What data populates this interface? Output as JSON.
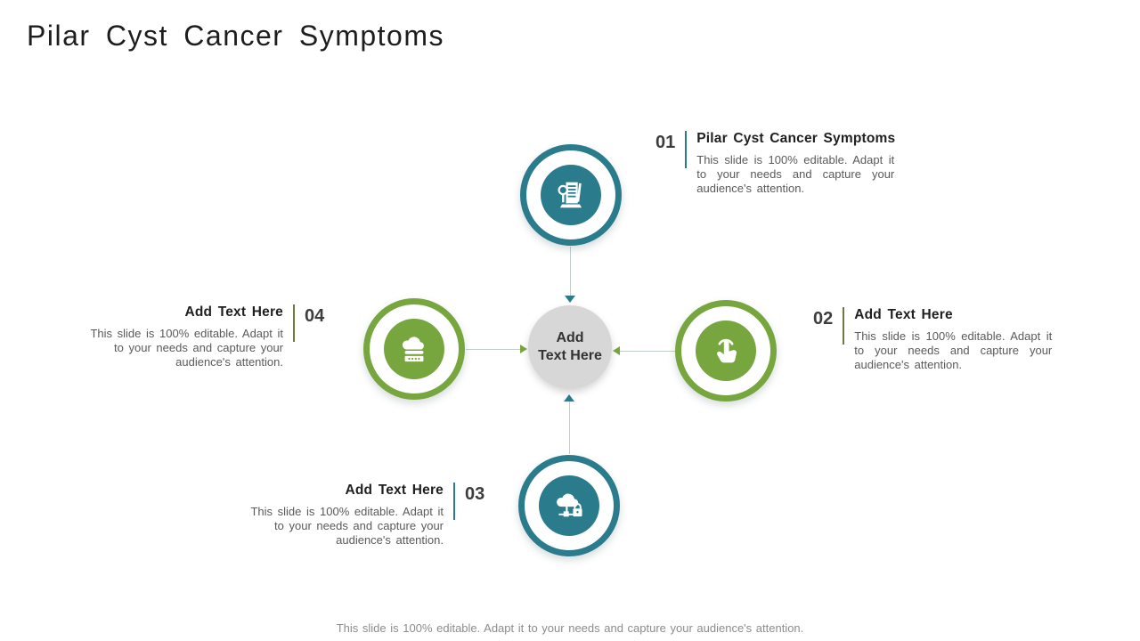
{
  "slide": {
    "title": "Pilar Cyst Cancer Symptoms",
    "footer": "This slide is 100% editable. Adapt it to your needs and capture your audience's attention."
  },
  "center": {
    "line1": "Add",
    "line2": "Text Here"
  },
  "colors": {
    "teal": "#2a7c8d",
    "green": "#77a63e",
    "center_gray": "#d7d7d7",
    "connector_line": "#c3cfcb"
  },
  "items": [
    {
      "number": "01",
      "heading": "Pilar Cyst Cancer Symptoms",
      "body": "This slide is 100% editable. Adapt it to your needs and capture your audience's attention.",
      "icon": "document-search-icon",
      "accent": "teal"
    },
    {
      "number": "02",
      "heading": "Add Text Here",
      "body": "This slide is 100% editable. Adapt it to your needs and capture your audience's attention.",
      "icon": "touch-gesture-icon",
      "accent": "green"
    },
    {
      "number": "03",
      "heading": "Add Text Here",
      "body": "This slide is 100% editable. Adapt it to your needs and capture your audience's attention.",
      "icon": "secure-cloud-network-icon",
      "accent": "teal"
    },
    {
      "number": "04",
      "heading": "Add Text Here",
      "body": "This slide is 100% editable. Adapt it to your needs and capture your audience's attention.",
      "icon": "cloud-storage-password-icon",
      "accent": "green"
    }
  ]
}
